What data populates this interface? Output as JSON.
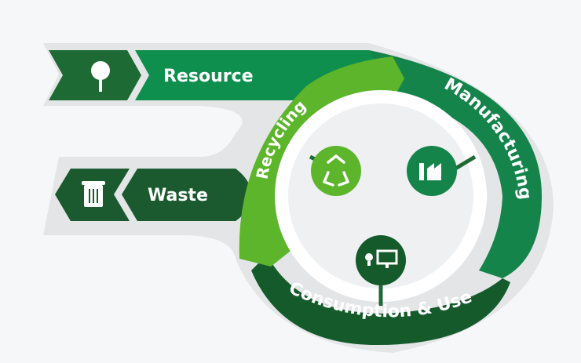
{
  "stages": {
    "resource": "Resource",
    "manufacturing": "Manufacturing",
    "consumption": "Consumption & Use",
    "recycling": "Recycling",
    "waste": "Waste"
  },
  "icons": {
    "resource": "tree-icon",
    "waste": "trash-bin-icon",
    "recycling": "recycle-icon",
    "manufacturing": "factory-icon",
    "consumption": "lightbulb-monitor-icon"
  },
  "colors": {
    "background": "#f6f7f8",
    "outline": "#e3e5e7",
    "dark_green": "#1e6a35",
    "mid_green": "#0f8f4e",
    "manufacturing_green": "#14844b",
    "recycling_green": "#5cb52b",
    "consumption_green": "#145a2a",
    "waste_green": "#1b5a2e",
    "text": "#ffffff"
  }
}
